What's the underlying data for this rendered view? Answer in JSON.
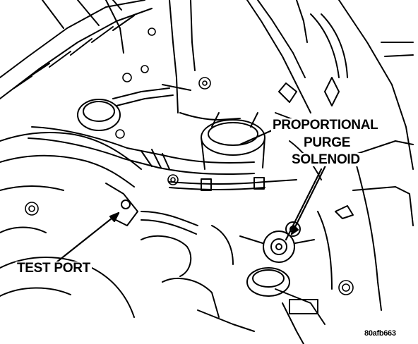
{
  "labels": {
    "proportional": "PROPORTIONAL",
    "purge": "PURGE",
    "solenoid": "SOLENOID",
    "test_port": "TEST PORT",
    "figure_id": "80afb663"
  },
  "colors": {
    "ink": "#000000",
    "paper": "#ffffff"
  }
}
